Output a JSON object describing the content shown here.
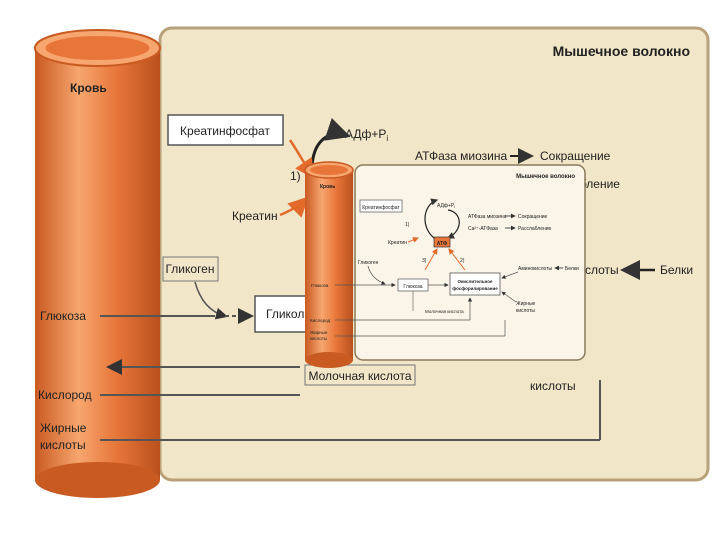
{
  "big": {
    "panel_title": "Мышечное волокно",
    "blood_label": "Кровь",
    "creatine_phosphate": "Креатинфосфат",
    "adp_pi": "АДф+Р",
    "adp_pi_sub": "i",
    "atpase_myosin": "АТФаза миозина",
    "contraction": "Сокращение",
    "relaxation": "Расслабление",
    "step1": "1)",
    "creatine": "Креатин",
    "glycogen": "Гликоген",
    "glucose_trunc": "Гликол",
    "glucose": "Глюкоза",
    "oxygen": "Кислород",
    "fatty_acids_line1": "Жирные",
    "fatty_acids_line2": "кислоты",
    "amino_trunc": "слоты",
    "proteins": "Белки",
    "lactic_acid": "Молочная кислота",
    "acids": "кислоты"
  },
  "inset": {
    "panel_title": "Мышечное волокно",
    "blood_label": "Кровь",
    "creatine_phosphate": "Креатинфосфат",
    "adp_pi": "АДф+Р",
    "adp_pi_sub": "i",
    "atpase_myosin": "АТФаза миозина",
    "contraction": "Сокращение",
    "ca_atpase": "Ca²⁺-АТФаза",
    "relaxation": "Расслабление",
    "step1": "1)",
    "step2": "2)",
    "step3": "3)",
    "creatine": "Креатин",
    "atp": "АТФ",
    "glycogen": "Гликоген",
    "glucose": "Глюкоза",
    "glucose_box": "Глюкоза",
    "oxphos_line1": "Окислительное",
    "oxphos_line2": "фосфорилирование",
    "amino_acids": "Аминокислоты",
    "proteins": "Белки",
    "oxygen": "Кислород",
    "fatty_acids_line1": "Жирные",
    "fatty_acids_line2": "кислоты",
    "fatty_acids_right_line1": "Жирные",
    "fatty_acids_right_line2": "кислоты",
    "lactic_acid": "Молочная кислота"
  },
  "colors": {
    "panel_bg": "#f2e6c8",
    "panel_border": "#b9a27a",
    "tube_orange": "#e8763a",
    "tube_light": "#f6a66e",
    "tube_dark": "#c95a22",
    "arrow_orange": "#e46a2c",
    "inset_bg": "#faf5e8",
    "atp_fill": "#e8763a"
  }
}
